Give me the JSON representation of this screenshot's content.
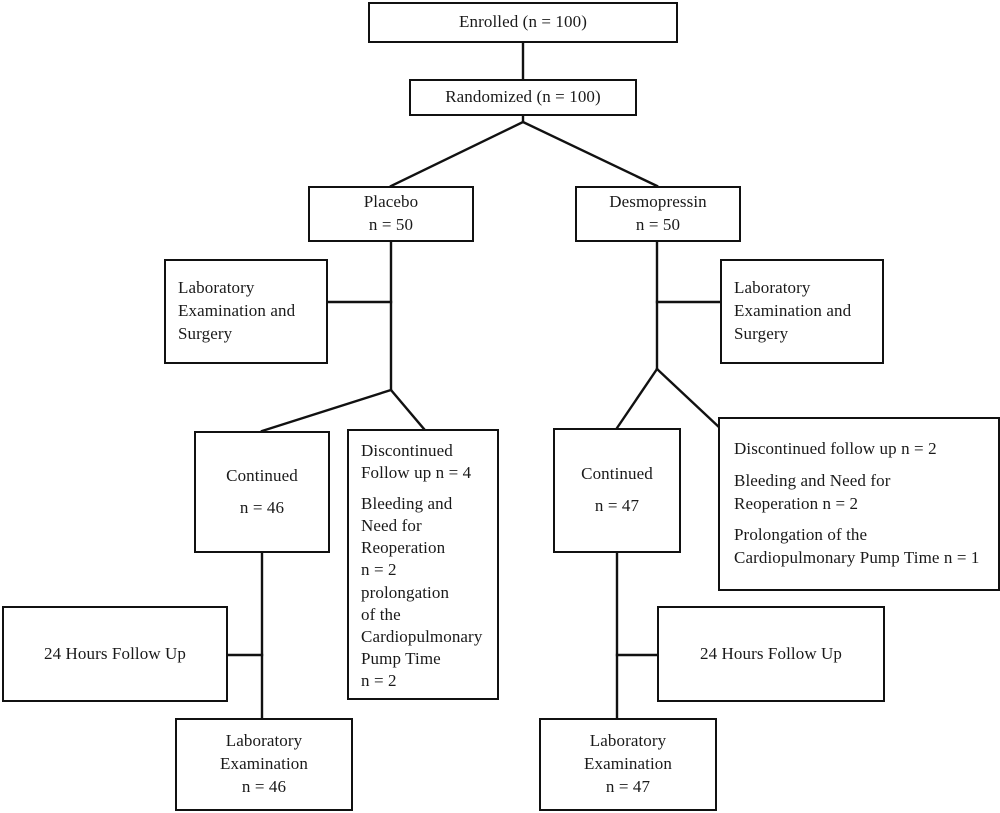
{
  "diagram": {
    "type": "consort-flow-diagram",
    "title": "Randomized trial participant flow (Placebo vs Desmopressin)",
    "line_color": "#111111",
    "box_fill": "#ffffff",
    "text_color": "#1a1a1a"
  },
  "nodes": {
    "enrolled": {
      "name": "enrolled-box",
      "lines": [
        "Enrolled (n = 100)"
      ]
    },
    "randomized": {
      "name": "randomized-box",
      "lines": [
        "Randomized (n = 100)"
      ]
    },
    "placebo": {
      "name": "placebo-arm-box",
      "lines": [
        "Placebo",
        "n = 50"
      ]
    },
    "desmopressin": {
      "name": "desmopressin-arm-box",
      "lines": [
        "Desmopressin",
        "n = 50"
      ]
    },
    "lab_surgery_left": {
      "name": "lab-exam-surgery-placebo-box",
      "lines": [
        "Laboratory",
        "Examination and",
        "Surgery"
      ]
    },
    "lab_surgery_right": {
      "name": "lab-exam-surgery-desmopressin-box",
      "lines": [
        "Laboratory",
        "Examination and",
        "Surgery"
      ]
    },
    "continued_left": {
      "name": "continued-placebo-box",
      "lines": [
        "Continued",
        "n = 46"
      ]
    },
    "continued_right": {
      "name": "continued-desmopressin-box",
      "lines": [
        "Continued",
        "n = 47"
      ]
    },
    "discontinued_left": {
      "name": "discontinued-placebo-box",
      "group1": [
        "Discontinued",
        "Follow up n = 4"
      ],
      "group2": [
        "Bleeding and",
        "Need for",
        "Reoperation",
        "n = 2",
        "prolongation",
        "of the",
        "Cardiopulmonary",
        "Pump Time",
        "n = 2"
      ]
    },
    "discontinued_right": {
      "name": "discontinued-desmopressin-box",
      "group1": [
        "Discontinued follow up n = 2"
      ],
      "group2": [
        "Bleeding and Need for",
        "Reoperation n = 2"
      ],
      "group3": [
        "Prolongation of the",
        "Cardiopulmonary Pump Time n = 1"
      ]
    },
    "followup_left": {
      "name": "24-hours-follow-up-placebo-box",
      "lines": [
        "24 Hours Follow Up"
      ]
    },
    "followup_right": {
      "name": "24-hours-follow-up-desmopressin-box",
      "lines": [
        "24 Hours Follow Up"
      ]
    },
    "lab_exam_left": {
      "name": "laboratory-examination-placebo-box",
      "lines": [
        "Laboratory",
        "Examination",
        "n = 46"
      ]
    },
    "lab_exam_right": {
      "name": "laboratory-examination-desmopressin-box",
      "lines": [
        "Laboratory",
        "Examination",
        "n = 47"
      ]
    }
  }
}
